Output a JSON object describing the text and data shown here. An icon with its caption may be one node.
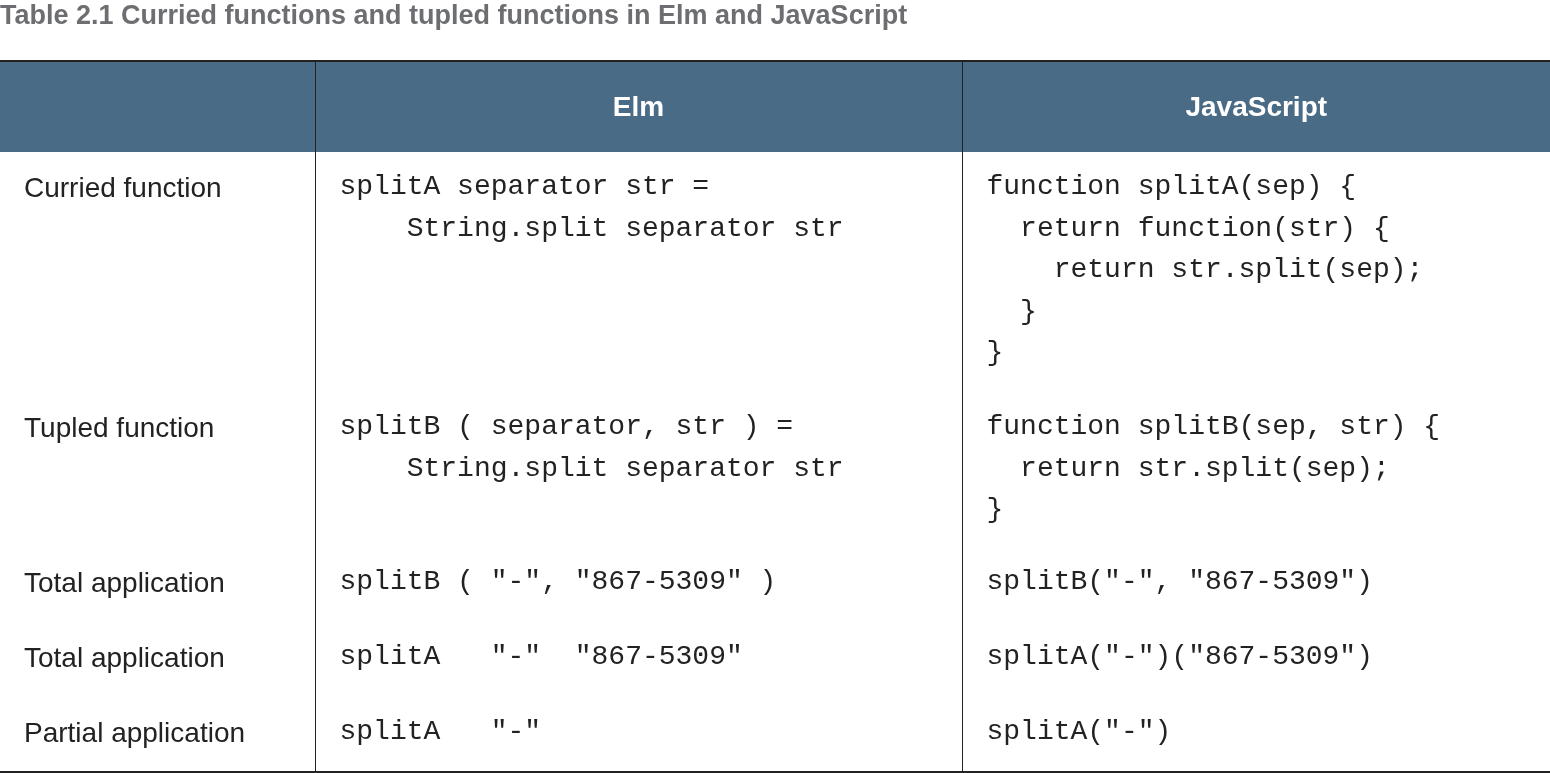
{
  "diagram": {
    "title": "Table 2.1 Curried functions and tupled functions in Elm and JavaScript",
    "labels": [
      "Elm",
      "JavaScript",
      "Curried function",
      "splitA separator str =\n    String.split separator str",
      "function splitA(sep) {\n  return function(str) {\n    return str.split(sep);\n  }\n}",
      "Tupled function",
      "splitB ( separator, str ) =\n    String.split separator str",
      "function splitB(sep, str) {\n  return str.split(sep);\n}",
      "Total application",
      "splitB ( \"-\", \"867-5309\" )",
      "splitB(\"-\", \"867-5309\")",
      "Total application",
      "splitA   \"-\"  \"867-5309\"",
      "splitA(\"-\")(\"867-5309\")",
      "Partial application",
      "splitA   \"-\"",
      "splitA(\"-\")"
    ]
  }
}
